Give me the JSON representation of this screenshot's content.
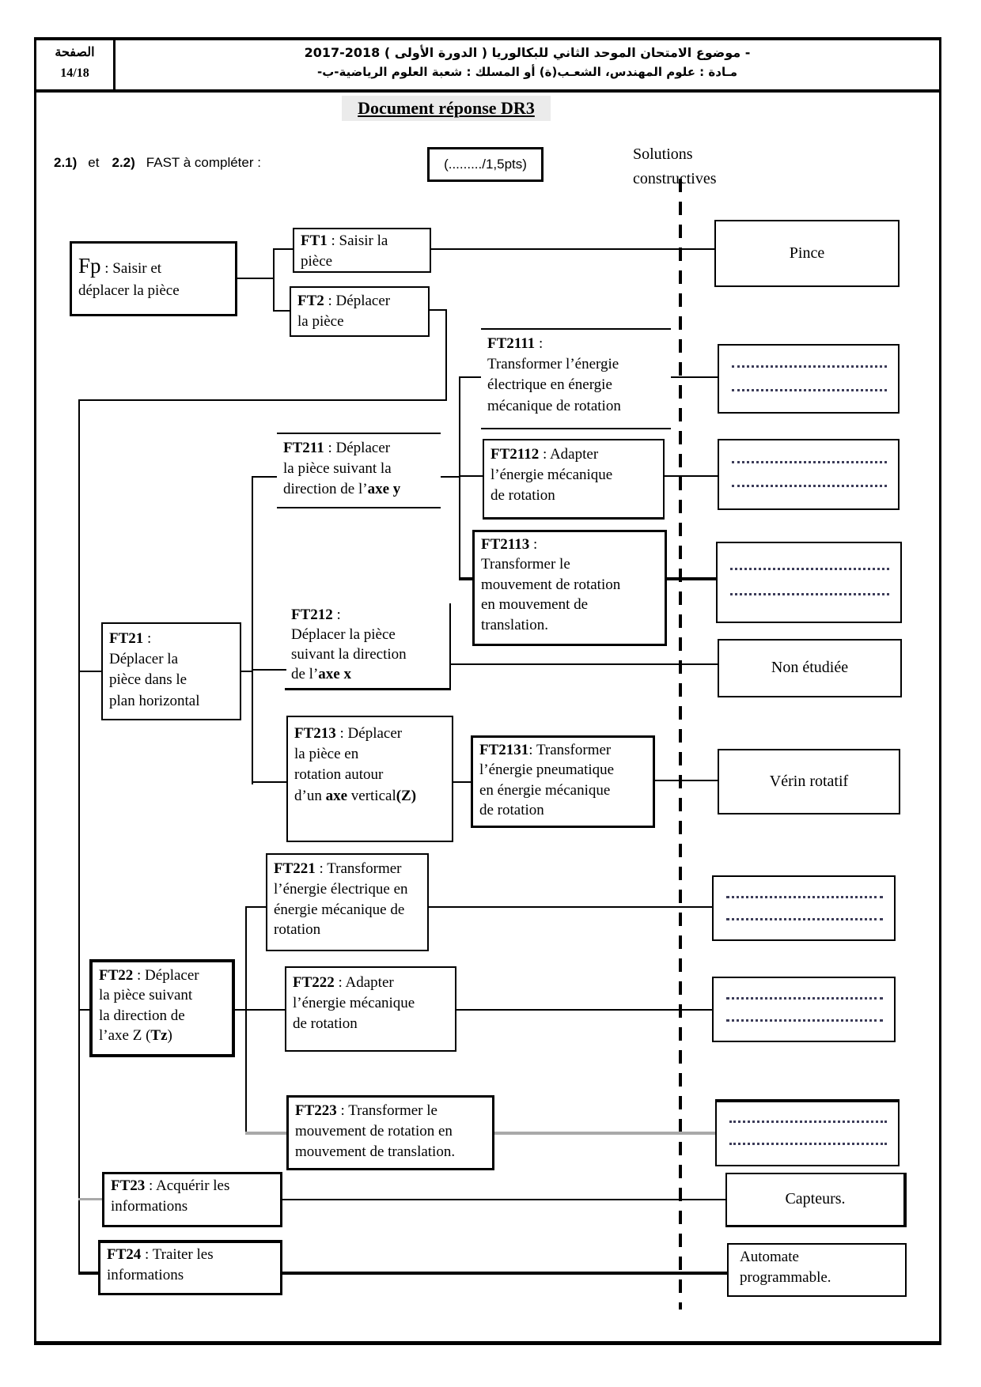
{
  "header": {
    "page_label": "الصفحة",
    "page_number": "14/18",
    "line1": "- موضوع الامتحان الموحد الثاني للبكالوريا ( الدورة الأولى )  2018-2017",
    "line2": "مـادة : علوم المهندس، الشعـب(ة) أو المسلك : شعبة العلوم الرياضية-ب-"
  },
  "title": "Document réponse DR3",
  "intro": {
    "q1": "2.1)",
    "conj": "et",
    "q2": "2.2)",
    "label": "FAST à compléter :",
    "points": "(........./1,5pts)"
  },
  "solutions_header": "Solutions\nconstructives",
  "boxes": {
    "fp": {
      "label": "Fp",
      "text": " : Saisir et\ndéplacer la pièce"
    },
    "ft1": {
      "label": "FT1",
      "text": " : Saisir la\npièce"
    },
    "ft2": {
      "label": "FT2",
      "text": " : Déplacer\nla pièce"
    },
    "ft21": {
      "label": "FT21",
      "text": " :\nDéplacer la\npièce dans le\nplan horizontal"
    },
    "ft211": {
      "label": "FT211",
      "text": " : Déplacer\nla pièce suivant la\ndirection de l’",
      "bold2": "axe y"
    },
    "ft2111": {
      "label": "FT2111",
      "text": " :\nTransformer l’énergie\nélectrique en énergie\nmécanique de rotation"
    },
    "ft2112": {
      "label": "FT2112",
      "text": " : Adapter\nl’énergie mécanique\nde rotation"
    },
    "ft2113": {
      "label": "FT2113",
      "text": " :\nTransformer le\nmouvement de rotation\nen mouvement de\ntranslation."
    },
    "ft212": {
      "label": "FT212",
      "text": " :\nDéplacer la pièce\nsuivant la direction\nde l’",
      "bold2": "axe x"
    },
    "ft213": {
      "label": "FT213",
      "text": " : Déplacer\nla pièce en\nrotation autour\nd’un ",
      "bold2": "axe",
      "text2": " vertical",
      "bold3": "(Z)"
    },
    "ft2131": {
      "label": "FT2131",
      "text": ": Transformer\nl’énergie pneumatique\nen énergie mécanique\nde rotation"
    },
    "ft22": {
      "label": "FT22",
      "text": " : Déplacer\nla pièce suivant\nla direction de\nl’axe Z (",
      "bold2": "Tz",
      "text2": ")"
    },
    "ft221": {
      "label": "FT221",
      "text": " : Transformer\nl’énergie électrique en\nénergie mécanique de\nrotation"
    },
    "ft222": {
      "label": "FT222",
      "text": " : Adapter\nl’énergie mécanique\nde rotation"
    },
    "ft223": {
      "label": "FT223",
      "text": " : Transformer le\nmouvement de rotation en\nmouvement de translation."
    },
    "ft23": {
      "label": "FT23",
      "text": " : Acquérir les\ninformations"
    },
    "ft24": {
      "label": "FT24",
      "text": " : Traiter les\ninformations"
    }
  },
  "solutions": {
    "pince": "Pince",
    "non_etudiee": "Non étudiée",
    "verin": "Vérin rotatif",
    "capteurs": "Capteurs.",
    "automate": "Automate\nprogrammable."
  }
}
